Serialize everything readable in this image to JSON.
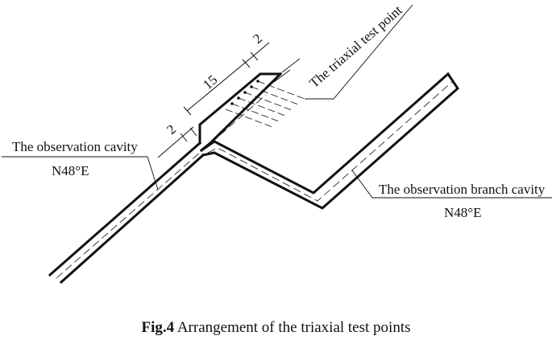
{
  "labels": {
    "observation_cavity": "The observation cavity",
    "observation_cavity_bearing": "N48°E",
    "branch_cavity": "The observation branch cavity",
    "branch_cavity_bearing": "N48°E",
    "triaxial_test_point": "The triaxial test point",
    "dim_length": "15",
    "dim_top": "2",
    "dim_left": "2"
  },
  "caption": {
    "figure_number": "Fig.4",
    "text": " Arrangement of the triaxial test points"
  }
}
